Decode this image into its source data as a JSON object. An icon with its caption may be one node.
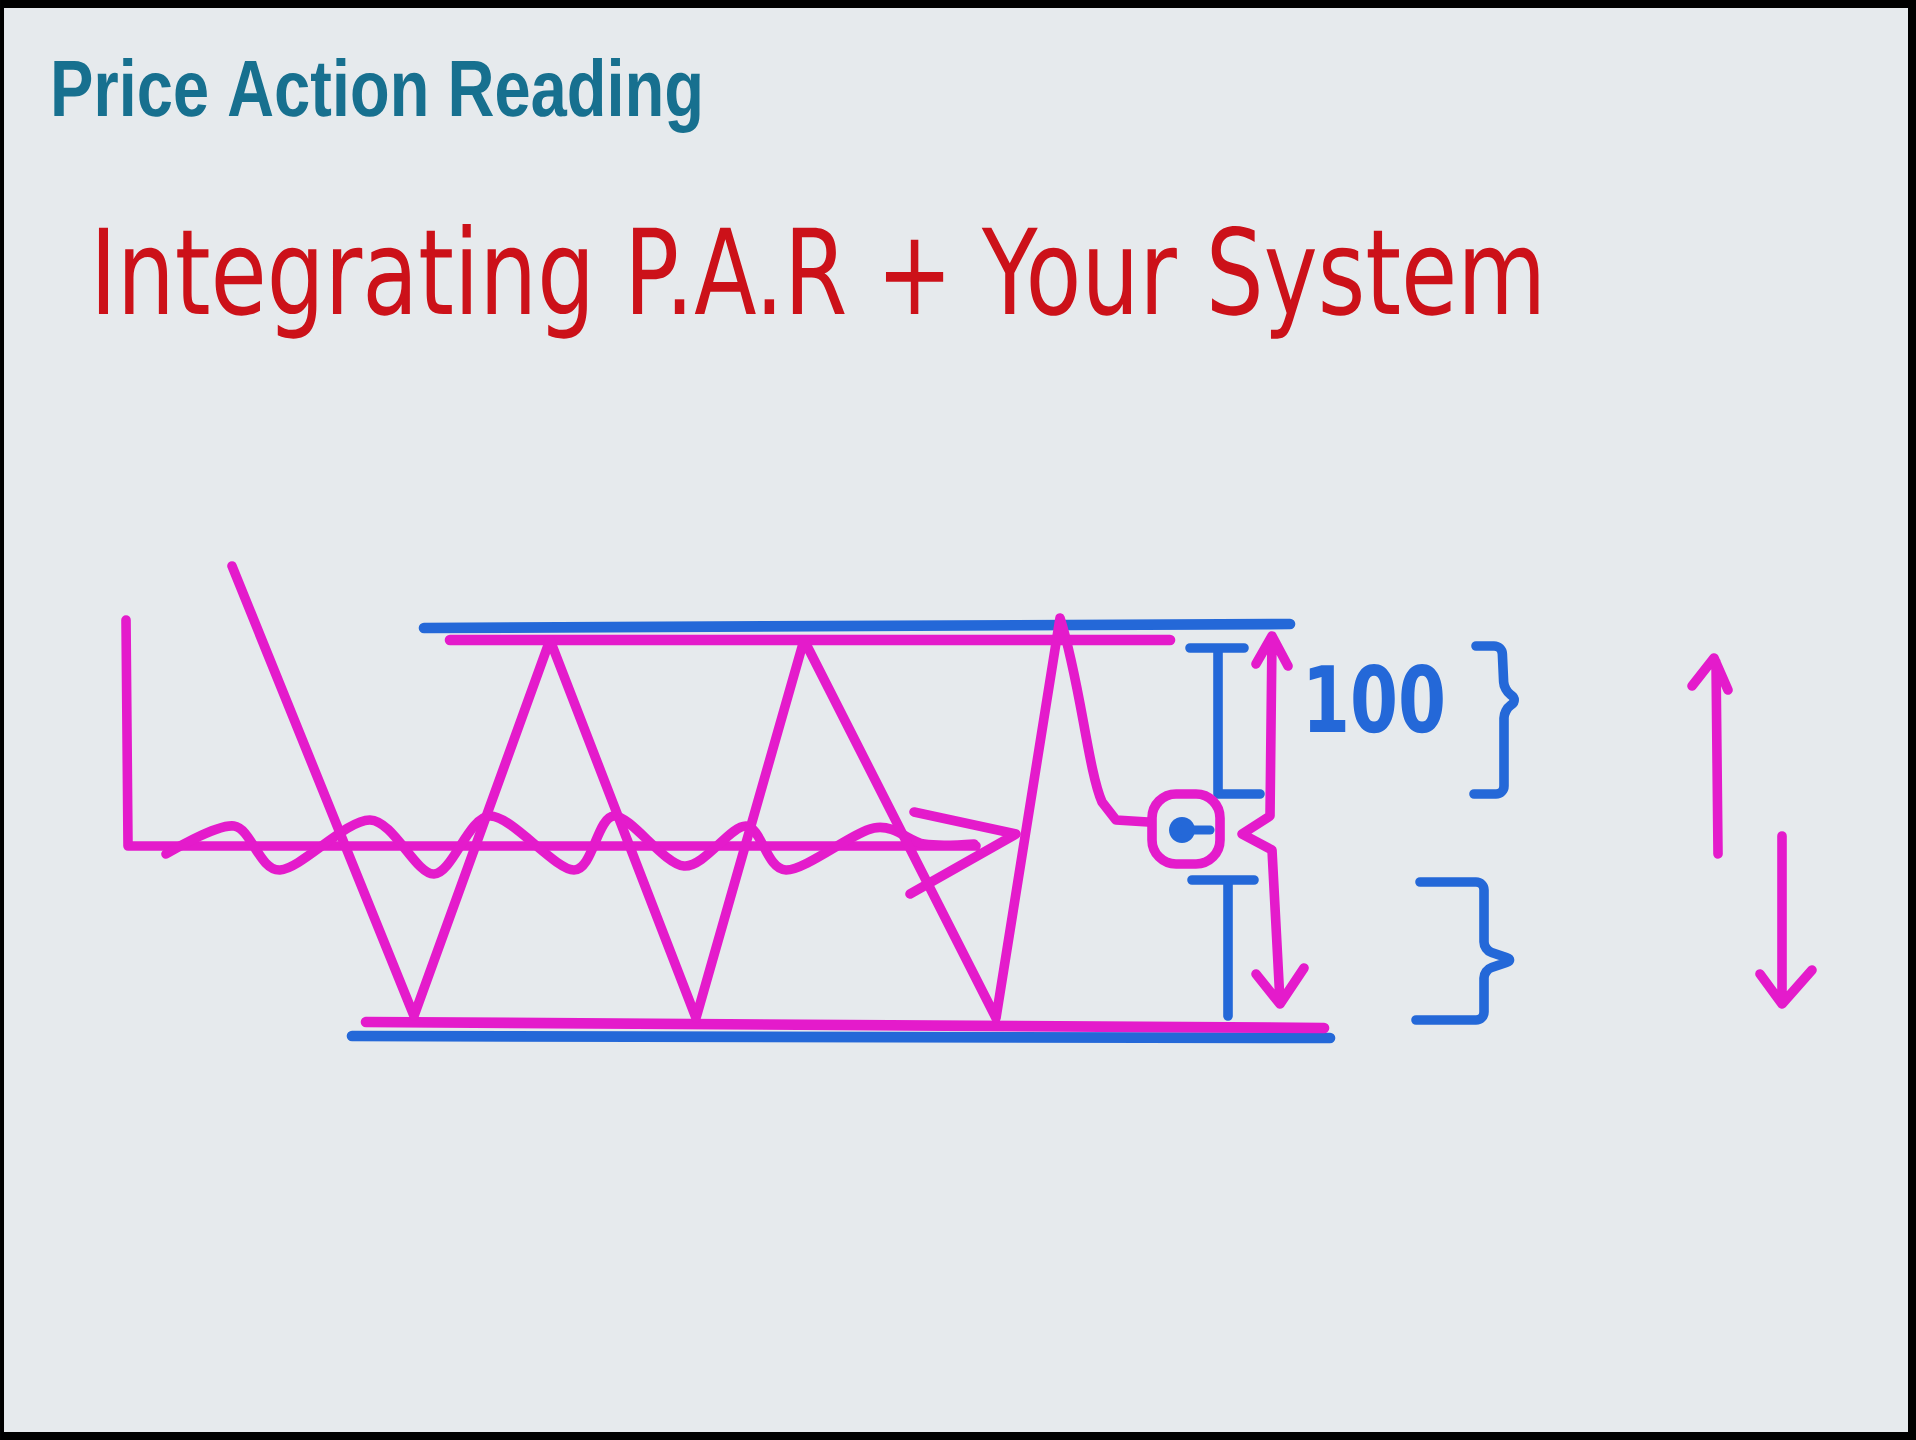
{
  "diagram": {
    "title": "Integrating P.A.R + Your System",
    "labels": [
      "Price Action Reading",
      "100"
    ]
  }
}
